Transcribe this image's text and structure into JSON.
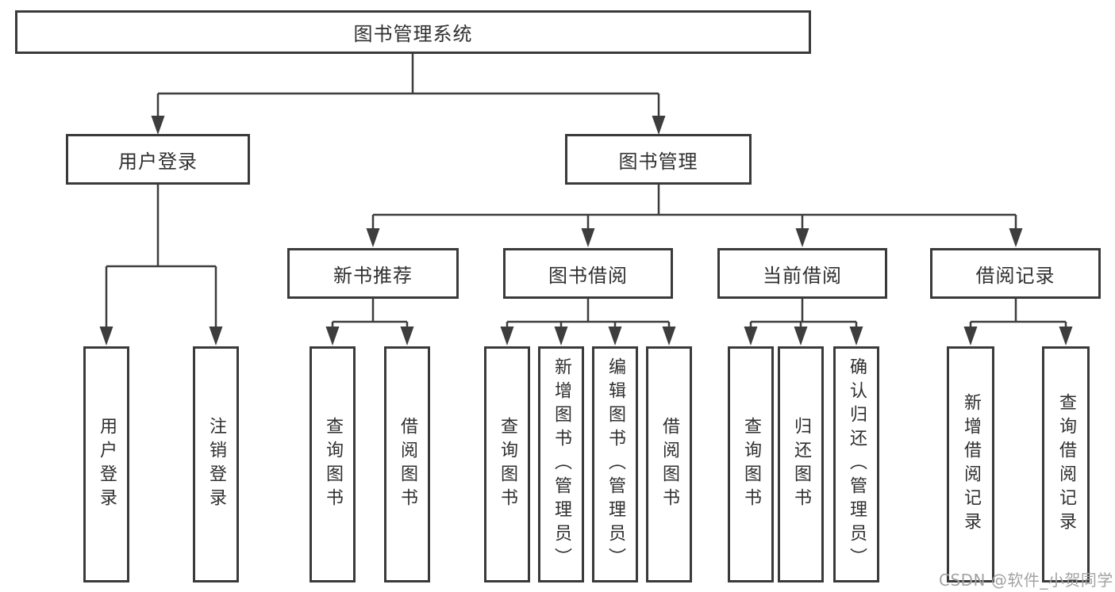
{
  "root": {
    "label": "图书管理系统"
  },
  "level2": [
    {
      "id": "user-login",
      "label": "用户登录"
    },
    {
      "id": "book-management",
      "label": "图书管理"
    }
  ],
  "level3": [
    {
      "id": "new-book-recommend",
      "parent": "图书管理",
      "label": "新书推荐"
    },
    {
      "id": "book-borrowing",
      "parent": "图书管理",
      "label": "图书借阅"
    },
    {
      "id": "current-borrowing",
      "parent": "图书管理",
      "label": "当前借阅"
    },
    {
      "id": "borrowing-records",
      "parent": "图书管理",
      "label": "借阅记录"
    }
  ],
  "leaves": [
    {
      "parent": "用户登录",
      "label": "用户登录"
    },
    {
      "parent": "用户登录",
      "label": "注销登录"
    },
    {
      "parent": "新书推荐",
      "label": "查询图书"
    },
    {
      "parent": "新书推荐",
      "label": "借阅图书"
    },
    {
      "parent": "图书借阅",
      "label": "查询图书"
    },
    {
      "parent": "图书借阅",
      "label": "新增图书（管理员）"
    },
    {
      "parent": "图书借阅",
      "label": "编辑图书（管理员）"
    },
    {
      "parent": "图书借阅",
      "label": "借阅图书"
    },
    {
      "parent": "当前借阅",
      "label": "查询图书"
    },
    {
      "parent": "当前借阅",
      "label": "归还图书"
    },
    {
      "parent": "当前借阅",
      "label": "确认归还（管理员）"
    },
    {
      "parent": "借阅记录",
      "label": "新增借阅记录"
    },
    {
      "parent": "借阅记录",
      "label": "查询借阅记录"
    }
  ],
  "watermark": {
    "text": "CSDN @软件_小贺同学"
  },
  "colors": {
    "line": "#3d3d3d",
    "border": "#3a3a3a",
    "text": "#2f2f2f",
    "watermark": "#a3a3a3",
    "background": "#ffffff"
  }
}
